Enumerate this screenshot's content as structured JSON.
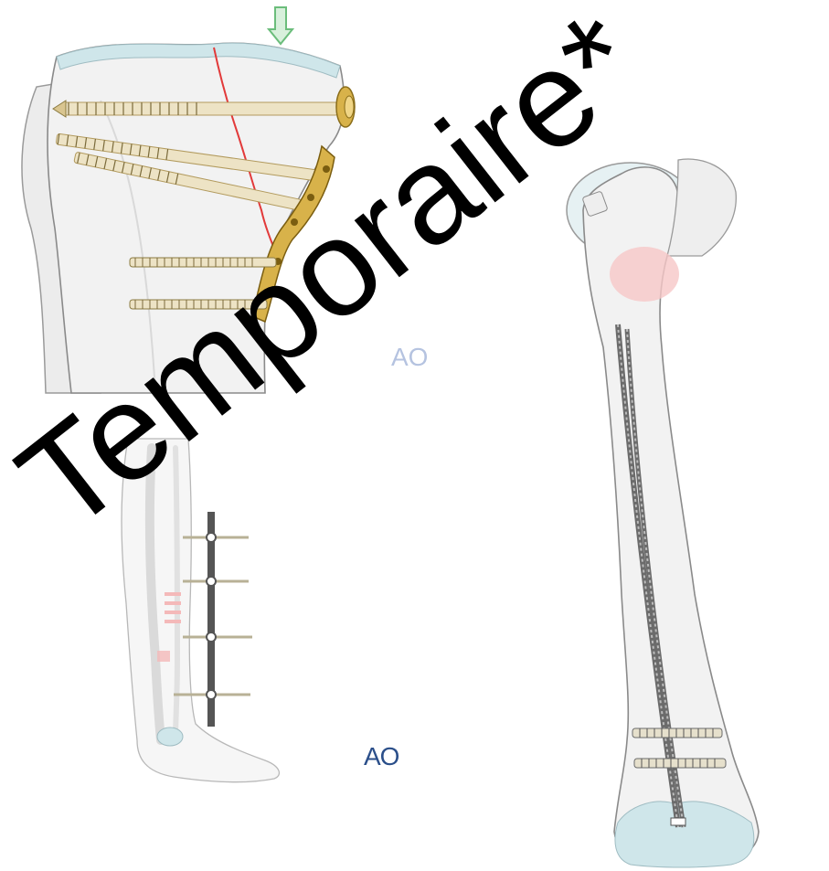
{
  "watermark": {
    "text": "Temporaire*"
  },
  "labels": {
    "ao_main": "AO",
    "ao_faded": "AO"
  },
  "colors": {
    "bone": "#f1f1f1",
    "bone_outline": "#8a8a8a",
    "cartilage": "#cfe6ea",
    "implant_gold": "#d8b24a",
    "screw_shaft": "#ede3c5",
    "fracture_line": "#e23a3a",
    "fracture_zone": "#f6c7c7",
    "arrow": "#7bc98b",
    "ao_text": "#2b4f8a",
    "rod": "#555555"
  },
  "icons": [
    "arrow-down-icon"
  ]
}
